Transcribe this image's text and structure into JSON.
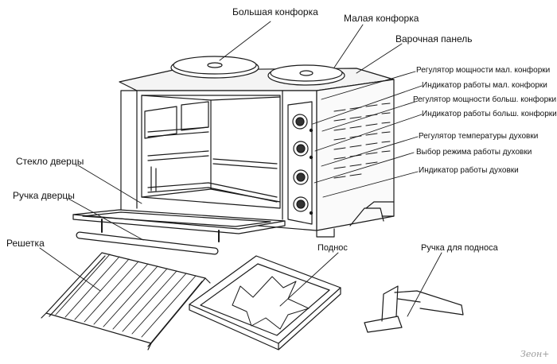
{
  "labels": {
    "large_burner": "Большая конфорка",
    "small_burner": "Малая конфорка",
    "cooktop": "Варочная панель",
    "small_burner_power": "Регулятор мощности мал. конфорки",
    "small_burner_indicator": "Индикатор работы  мал. конфорки",
    "large_burner_power": "Регулятор мощности больш. конфорки",
    "large_burner_indicator": "Индикатор работы  больш. конфорки",
    "oven_temperature": "Регулятор температуры духовки",
    "oven_mode": "Выбор режима работы духовки",
    "oven_indicator": "Индикатор работы духовки",
    "door_glass": "Стекло дверцы",
    "door_handle": "Ручка дверцы",
    "rack": "Решетка",
    "tray": "Поднос",
    "tray_handle": "Ручка для подноса"
  },
  "watermark": "Зеон+",
  "colors": {
    "line": "#1a1a1a",
    "label": "#111111",
    "watermark": "#9a9a9a"
  }
}
